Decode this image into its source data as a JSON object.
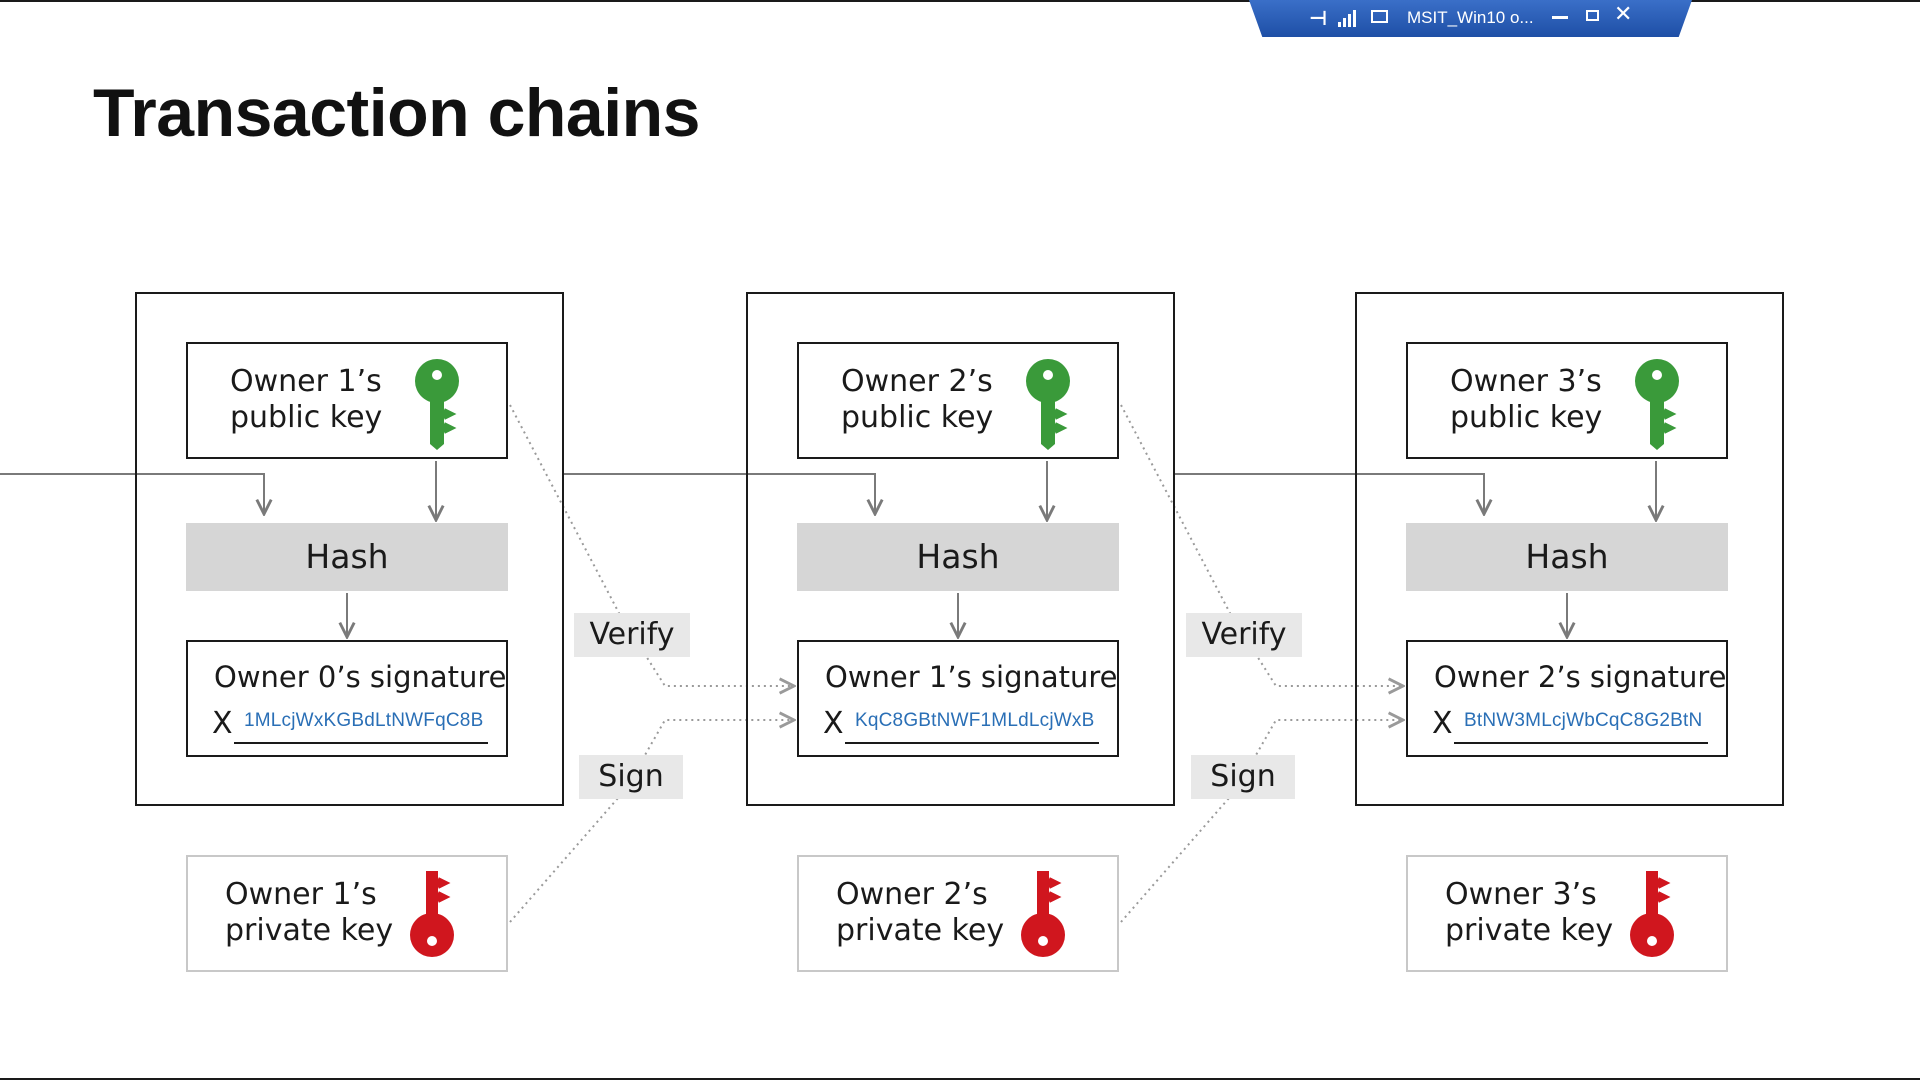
{
  "window": {
    "title": "MSIT_Win10 o..."
  },
  "slide": {
    "title": "Transaction chains"
  },
  "blocks": [
    {
      "public_key_label": "Owner 1’s\npublic key",
      "public_key_line1": "Owner 1’s",
      "public_key_line2": "public key",
      "hash_label": "Hash",
      "signature_title": "Owner 0’s signature",
      "signature_mark": "X",
      "signature_value": "1MLcjWxKGBdLtNWFqC8B",
      "private_key_line1": "Owner 1’s",
      "private_key_line2": "private key"
    },
    {
      "public_key_line1": "Owner 2’s",
      "public_key_line2": "public key",
      "hash_label": "Hash",
      "signature_title": "Owner 1’s signature",
      "signature_mark": "X",
      "signature_value": "KqC8GBtNWF1MLdLcjWxB",
      "private_key_line1": "Owner 2’s",
      "private_key_line2": "private key"
    },
    {
      "public_key_line1": "Owner 3’s",
      "public_key_line2": "public key",
      "hash_label": "Hash",
      "signature_title": "Owner 2’s signature",
      "signature_mark": "X",
      "signature_value": "BtNW3MLcjWbCqC8G2BtN",
      "private_key_line1": "Owner 3’s",
      "private_key_line2": "private key"
    }
  ],
  "connectors": [
    {
      "verify_label": "Verify",
      "sign_label": "Sign"
    },
    {
      "verify_label": "Verify",
      "sign_label": "Sign"
    }
  ],
  "colors": {
    "public_key": "#3a9a3a",
    "private_key": "#d0161e",
    "signature_text": "#2a6fb6",
    "hash_fill": "#d6d6d6",
    "label_fill": "#e8e8e8",
    "connection_bar": "#2456b0"
  },
  "icons": {
    "public_key": "green-key-icon",
    "private_key": "red-key-icon"
  }
}
